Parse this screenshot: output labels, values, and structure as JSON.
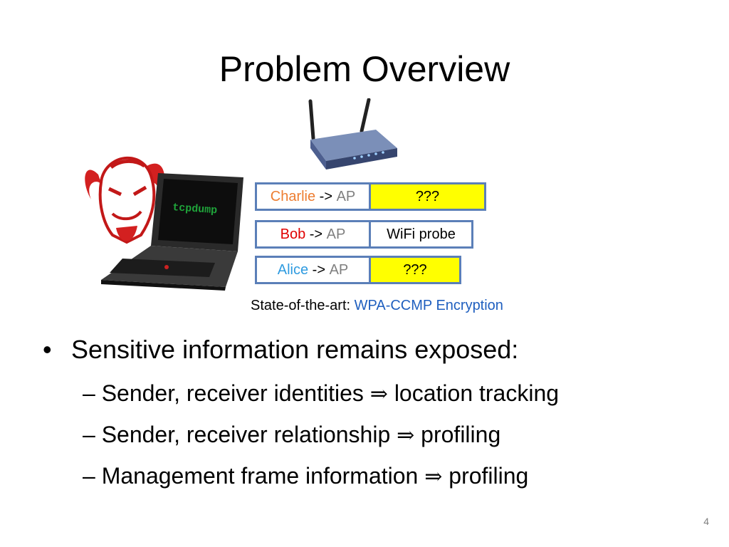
{
  "slide": {
    "title": "Problem Overview",
    "page_number": "4"
  },
  "frames": [
    {
      "sender": "Charlie",
      "sender_color": "#ed7d31",
      "arrow": " -> ",
      "receiver": "AP",
      "payload": "???"
    },
    {
      "sender": "Bob",
      "sender_color": "#e00000",
      "arrow": " -> ",
      "receiver": "AP",
      "payload": "WiFi probe"
    },
    {
      "sender": "Alice",
      "sender_color": "#2e9be0",
      "arrow": " -> ",
      "receiver": "AP",
      "payload": "???"
    }
  ],
  "caption": {
    "prefix": "State-of-the-art: ",
    "highlight": "WPA-CCMP Encryption"
  },
  "laptop_screen_text": "tcpdump",
  "bullets": {
    "main": "Sensitive information remains exposed:",
    "subs": [
      {
        "lead": "– Sender, receiver identities ",
        "arrow": "⇒",
        "tail": " location tracking"
      },
      {
        "lead": "– Sender, receiver relationship ",
        "arrow": "⇒",
        "tail": " profiling"
      },
      {
        "lead": "– Management frame information ",
        "arrow": "⇒",
        "tail": " profiling"
      }
    ]
  },
  "icons": [
    "wireless-router-icon",
    "devil-icon",
    "laptop-icon"
  ]
}
